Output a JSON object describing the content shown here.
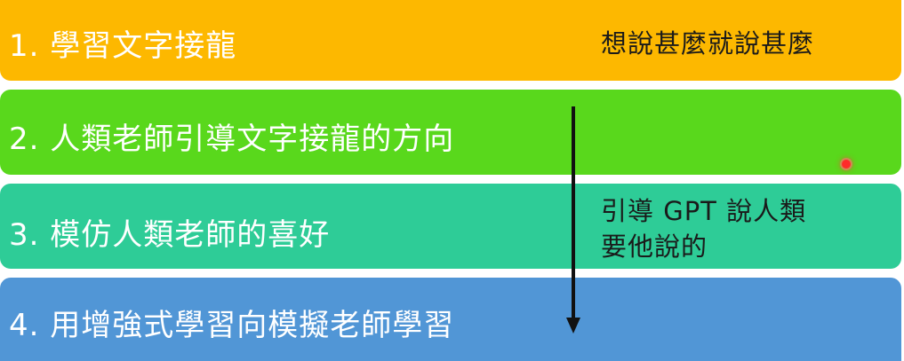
{
  "slide": {
    "rows": [
      {
        "label": "1. 學習文字接龍",
        "color": "#fdb800"
      },
      {
        "label": "2. 人類老師引導文字接龍的方向",
        "color": "#59d81c"
      },
      {
        "label": "3. 模仿人類老師的喜好",
        "color": "#2ecc97"
      },
      {
        "label": "4. 用增強式學習向模擬老師學習",
        "color": "#5196d6"
      }
    ],
    "note_top": "想說甚麼就說甚麼",
    "note_middle_line1": "引導 GPT 說人類",
    "note_middle_line2": "要他說的"
  }
}
